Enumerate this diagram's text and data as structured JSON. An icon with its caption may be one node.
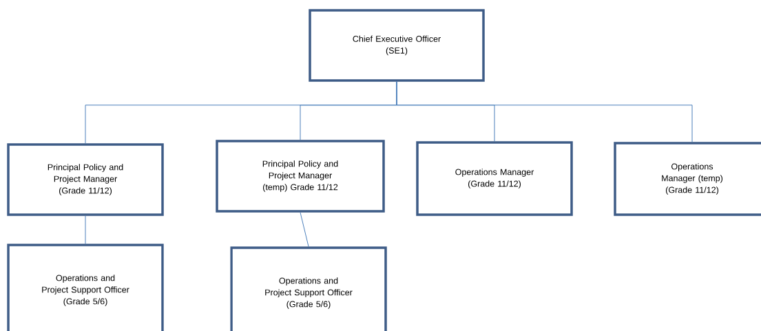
{
  "diagram": {
    "nodes": [
      {
        "text": [
          "Chief Executive Officer",
          "(SE1)"
        ]
      },
      {
        "text": [
          "Principal Policy and Project Manager",
          "(Grade 11/12)"
        ]
      },
      {
        "text": [
          "Principal Policy and Project Manager",
          "(temp) Grade 11/12"
        ]
      },
      {
        "text": [
          "Operations Manager",
          "(Grade 11/12)"
        ]
      },
      {
        "text": [
          "Operations Manager (temp)",
          "(Grade 11/12)"
        ]
      },
      {
        "text": [
          "Operations and Project Support Officer",
          "(Grade 5/6)"
        ]
      },
      {
        "text": [
          "Operations and Project Support Officer",
          "(Grade 5/6)"
        ]
      }
    ],
    "edges": [
      {
        "from": 0,
        "to": 1,
        "arrow": "none"
      },
      {
        "from": 0,
        "to": 2,
        "arrow": "none"
      },
      {
        "from": 0,
        "to": 3,
        "arrow": "none"
      },
      {
        "from": 0,
        "to": 4,
        "arrow": "none"
      },
      {
        "from": 1,
        "to": 5,
        "arrow": "none"
      },
      {
        "from": 2,
        "to": 6,
        "arrow": "none"
      }
    ]
  }
}
